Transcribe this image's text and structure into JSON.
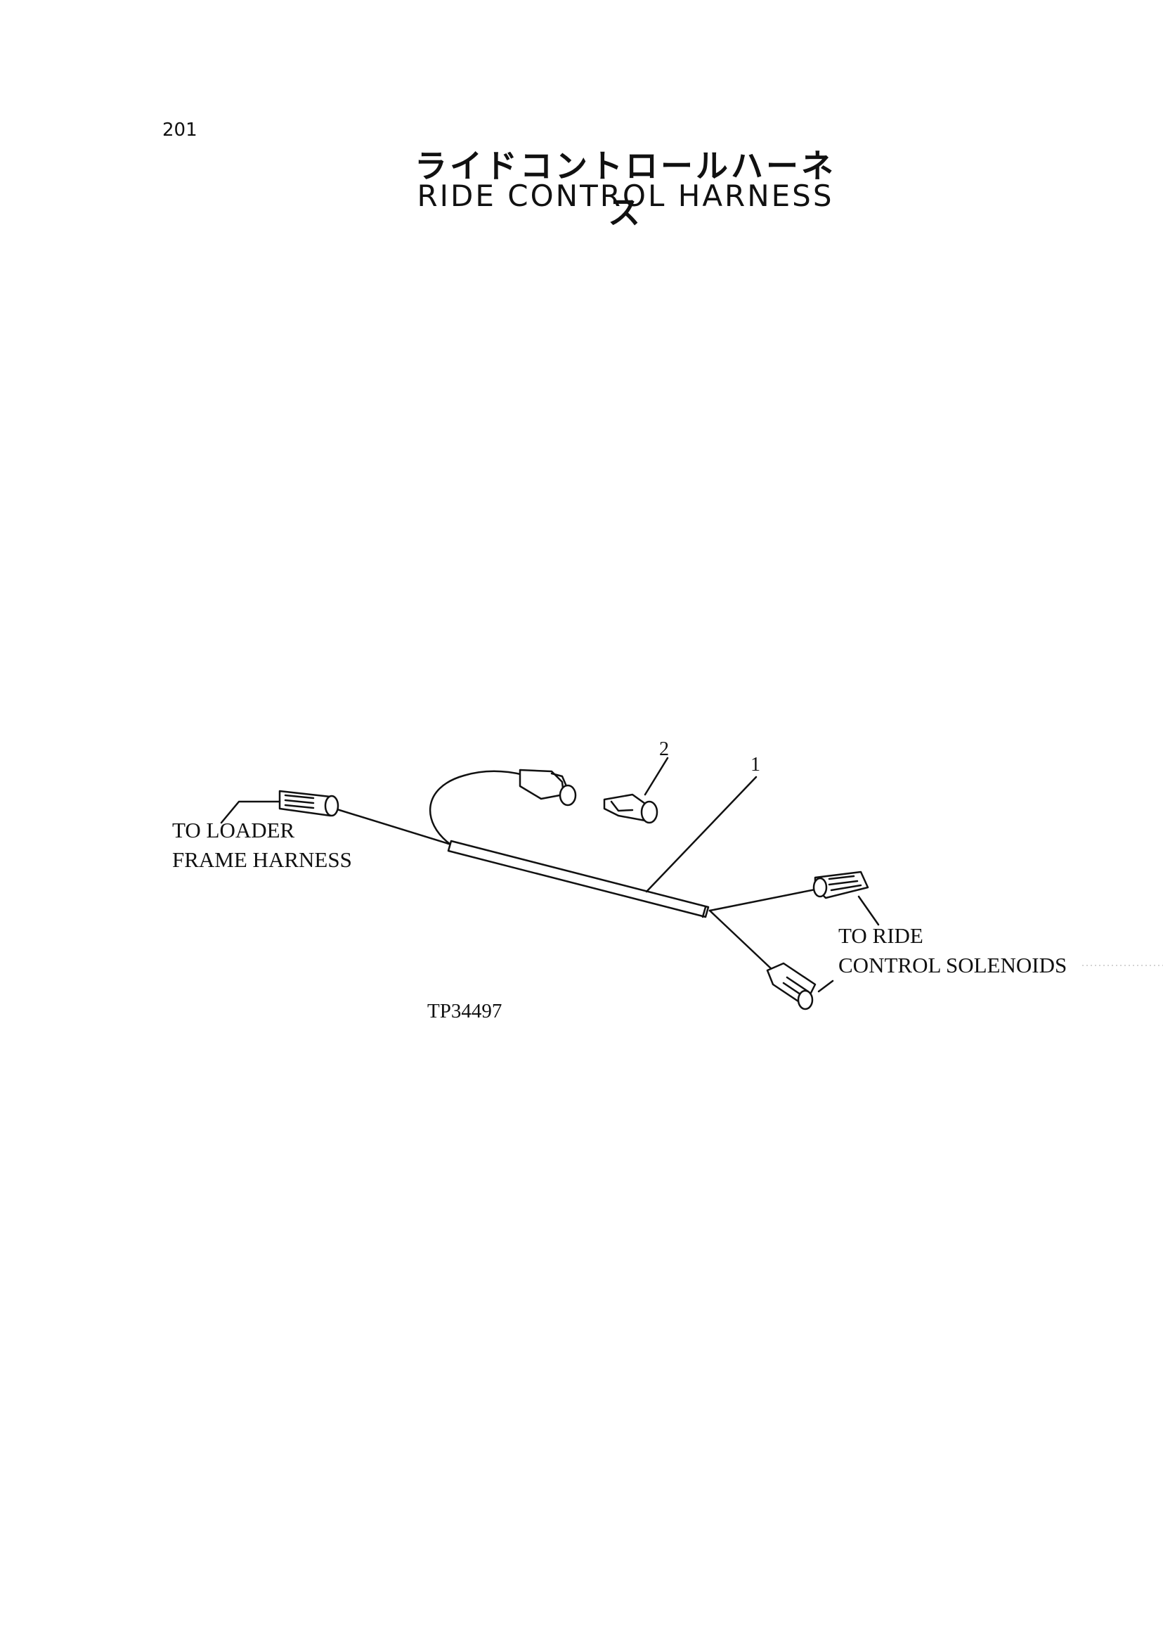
{
  "page": {
    "number": "201"
  },
  "title": {
    "japanese": "ライドコントロールハーネス",
    "english": "RIDE CONTROL HARNESS"
  },
  "diagram": {
    "callouts": [
      "1",
      "2"
    ],
    "labels": {
      "loader_line1": "TO LOADER",
      "loader_line2": "FRAME HARNESS",
      "ride_line1": "TO RIDE",
      "ride_line2": "CONTROL SOLENOIDS"
    },
    "figure_id": "TP34497"
  }
}
